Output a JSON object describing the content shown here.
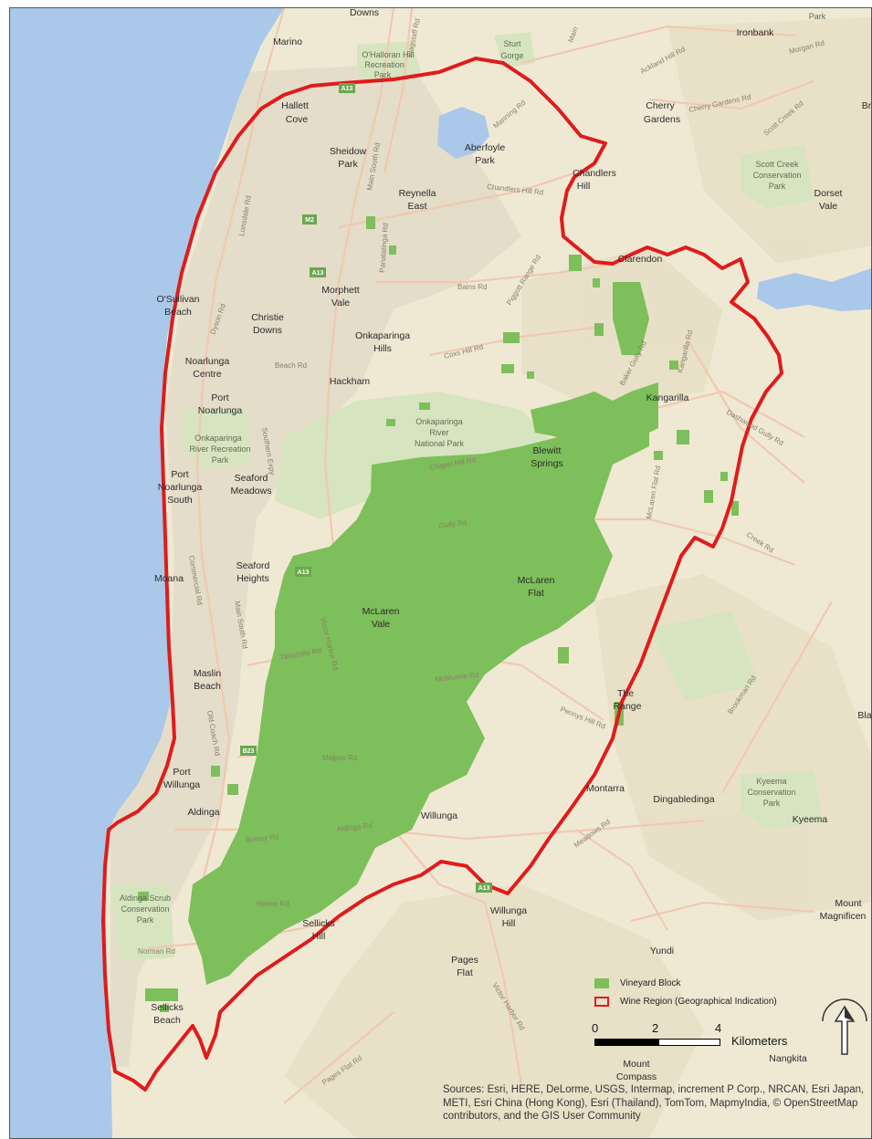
{
  "places": {
    "downs": "Downs",
    "marino": "Marino",
    "ohalloran_hill": "O'Halloran Hill",
    "recreation": "Recreation",
    "park_oh": "Park",
    "sturt": "Sturt",
    "gorge": "Gorge",
    "ironbank": "Ironbank",
    "park_top": "Park",
    "hallett": "Hallett",
    "cove": "Cove",
    "cherry": "Cherry",
    "gardens": "Gardens",
    "br": "Br",
    "sheidow": "Sheidow",
    "park_sh": "Park",
    "aberfoyle": "Aberfoyle",
    "park_ab": "Park",
    "chandlers": "Chandlers",
    "hill_ch": "Hill",
    "scott_creek": "Scott Creek",
    "conservation_sc": "Conservation",
    "park_sc": "Park",
    "reynella": "Reynella",
    "east": "East",
    "dorset": "Dorset",
    "vale_d": "Vale",
    "clarendon": "Clarendon",
    "morphett": "Morphett",
    "vale_m": "Vale",
    "osullivan": "O'Sullivan",
    "beach_os": "Beach",
    "christie": "Christie",
    "downs_ch": "Downs",
    "onkaparinga_hills": "Onkaparinga",
    "hills": "Hills",
    "noarlunga": "Noarlunga",
    "centre": "Centre",
    "hackham": "Hackham",
    "port_n": "Port",
    "noarlunga_p": "Noarlunga",
    "kangarilla": "Kangarilla",
    "onkaparinga_rrp": "Onkaparinga",
    "river_rec": "River Recreation",
    "park_rrp": "Park",
    "onkaparinga_rnp": "Onkaparinga",
    "river": "River",
    "national_park": "National Park",
    "blewitt": "Blewitt",
    "springs": "Springs",
    "port_ns": "Port",
    "noarlunga_ns": "Noarlunga",
    "south": "South",
    "seaford": "Seaford",
    "meadows": "Meadows",
    "moana": "Moana",
    "seaford_h": "Seaford",
    "heights": "Heights",
    "mclaren_flat": "McLaren",
    "flat": "Flat",
    "mclaren_vale": "McLaren",
    "vale_mv": "Vale",
    "maslin": "Maslin",
    "beach_m": "Beach",
    "the": "The",
    "range": "Range",
    "bla": "Bla",
    "port_w": "Port",
    "willunga_p": "Willunga",
    "montarra": "Montarra",
    "kyeema_c": "Kyeema",
    "conservation_k": "Conservation",
    "park_k": "Park",
    "aldinga": "Aldinga",
    "willunga": "Willunga",
    "dingabledinga": "Dingabledinga",
    "kyeema": "Kyeema",
    "aldinga_scrub": "Aldinga Scrub",
    "conservation_a": "Conservation",
    "park_a": "Park",
    "willunga_h": "Willunga",
    "hill_w": "Hill",
    "mount_m": "Mount",
    "magnificent": "Magnificen",
    "sellicks_hill": "Sellicks",
    "hill_s": "Hill",
    "yundi": "Yundi",
    "pages": "Pages",
    "flat_p": "Flat",
    "sellicks_beach": "Sellicks",
    "beach_sb": "Beach",
    "mount_c": "Mount",
    "compass": "Compass",
    "nangkita": "Nangkita"
  },
  "roads": {
    "flagstaff": "Flagstaff Rd",
    "main": "Main",
    "ackland": "Ackland Hill Rd",
    "morgan": "Morgan Rd",
    "cherry_gardens": "Cherry Gardens Rd",
    "scott_creek": "Scott Creek Rd",
    "manning": "Manning Rd",
    "main_south": "Main South Rd",
    "lonsdale": "Lonsdale Rd",
    "chandlers_hill": "Chandlers Hill Rd",
    "panalatinga": "Panalatinga Rd",
    "bains": "Bains Rd",
    "piggott": "Piggott Range Rd",
    "dyson": "Dyson Rd",
    "coxs_hill": "Coxs Hill Rd",
    "beach": "Beach Rd",
    "southern": "Southern Expy",
    "baker_gully": "Baker Gully Rd",
    "kangarilla": "Kangarilla Rd",
    "dashwood": "Dashwood Gully Rd",
    "chapel_hill": "Chapel Hill Rd",
    "mclaren_flat": "McLaren Flat Rd",
    "commercial": "Commercial Rd",
    "gully": "Gully Rd",
    "main_south2": "Main South Rd",
    "victor_harbor": "Victor Harbor Rd",
    "tatachilla": "Tatachilla Rd",
    "mcmurtrie": "McMurtrie Rd",
    "pennys_hill": "Pennys Hill Rd",
    "brookman": "Brookman Rd",
    "old_coach": "Old Coach Rd",
    "malpas": "Malpas Rd",
    "meadows": "Meadows Rd",
    "aldinga": "Aldinga Rd",
    "binney": "Binney Rd",
    "hahns": "Hahns Rd",
    "norman": "Norman Rd",
    "pages_flat": "Pages Flat Rd",
    "victor_harbor2": "Victor Harbor Rd",
    "creek": "Creek Rd"
  },
  "shields": {
    "a13_top": "A13",
    "m2": "M2",
    "a13": "A13",
    "b23": "B23",
    "a13_mid": "A13",
    "a13_bottom": "A13"
  },
  "legend": {
    "vineyard": "Vineyard Block",
    "region": "Wine Region (Geographical Indication)"
  },
  "scale": {
    "zero": "0",
    "two": "2",
    "four": "4",
    "unit": "Kilometers"
  },
  "attribution": "Sources: Esri, HERE, DeLorme, USGS, Intermap, increment P Corp., NRCAN, Esri Japan, METI, Esri China (Hong Kong), Esri (Thailand), TomTom, MapmyIndia, © OpenStreetMap contributors, and the GIS User Community",
  "colors": {
    "sea": "#a9c8ea",
    "land": "#efe9d4",
    "urban": "#e4ddc9",
    "park": "#d7e4c0",
    "vineyard": "#7dbf5a",
    "boundary": "#e01b1b",
    "road": "#f1c8b0"
  }
}
